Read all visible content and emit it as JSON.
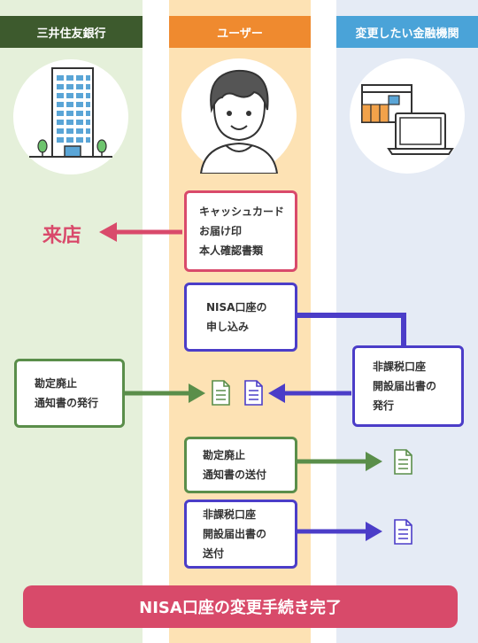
{
  "colors": {
    "bank_bg": "#e5f0da",
    "bank_header": "#3d5a2d",
    "user_bg": "#fde2b4",
    "user_header": "#ef8a2f",
    "other_bg": "#e5ebf5",
    "other_header": "#4aa3d8",
    "pink": "#d94a6b",
    "purple": "#4b3dc8",
    "green": "#5a8e4a"
  },
  "headers": {
    "bank": "三井住友銀行",
    "user": "ユーザー",
    "other": "変更したい金融機関"
  },
  "icons": {
    "bank": "building-icon",
    "user": "user-avatar-icon",
    "other": "bank-and-laptop-icon",
    "doc": "document-icon"
  },
  "store_label": "来店",
  "boxes": {
    "items_to_bring": {
      "line1": "キャッシュカード",
      "line2": "お届け印",
      "line3": "本人確認書類"
    },
    "nisa_apply": {
      "line1": "NISA口座の",
      "line2": "申し込み"
    },
    "nontax_issue": {
      "line1": "非課税口座",
      "line2": "開設届出書の",
      "line3": "発行"
    },
    "kanjo_issue": {
      "line1": "勘定廃止",
      "line2": "通知書の発行"
    },
    "kanjo_send": {
      "line1": "勘定廃止",
      "line2": "通知書の送付"
    },
    "nontax_send": {
      "line1": "非課税口座",
      "line2": "開設届出書の",
      "line3": "送付"
    }
  },
  "banner": "NISA口座の変更手続き完了"
}
